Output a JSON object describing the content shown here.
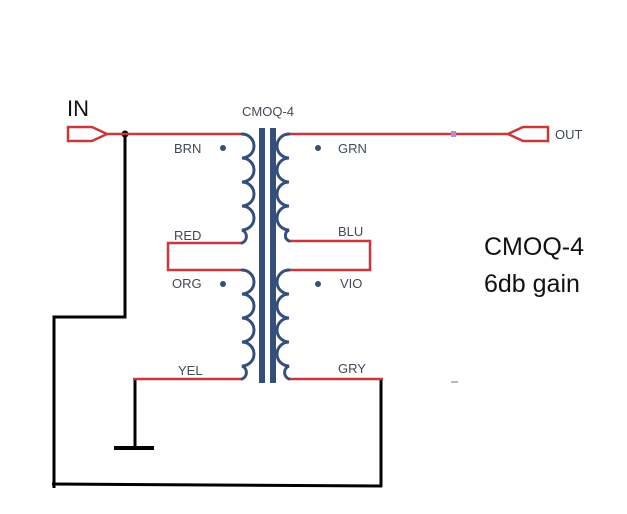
{
  "diagram": {
    "in_label": "IN",
    "out_label": "OUT",
    "transformer_name": "CMOQ-4",
    "pins": {
      "brn": "BRN",
      "red": "RED",
      "org": "ORG",
      "yel": "YEL",
      "grn": "GRN",
      "blu": "BLU",
      "vio": "VIO",
      "gry": "GRY"
    },
    "note_line1": "CMOQ-4",
    "note_line2": "6db gain"
  },
  "colors": {
    "signal_wire": "#c8383c",
    "ground_wire": "#000000",
    "coil": "#34507a",
    "core": "#34507a",
    "label": "#404a57"
  }
}
